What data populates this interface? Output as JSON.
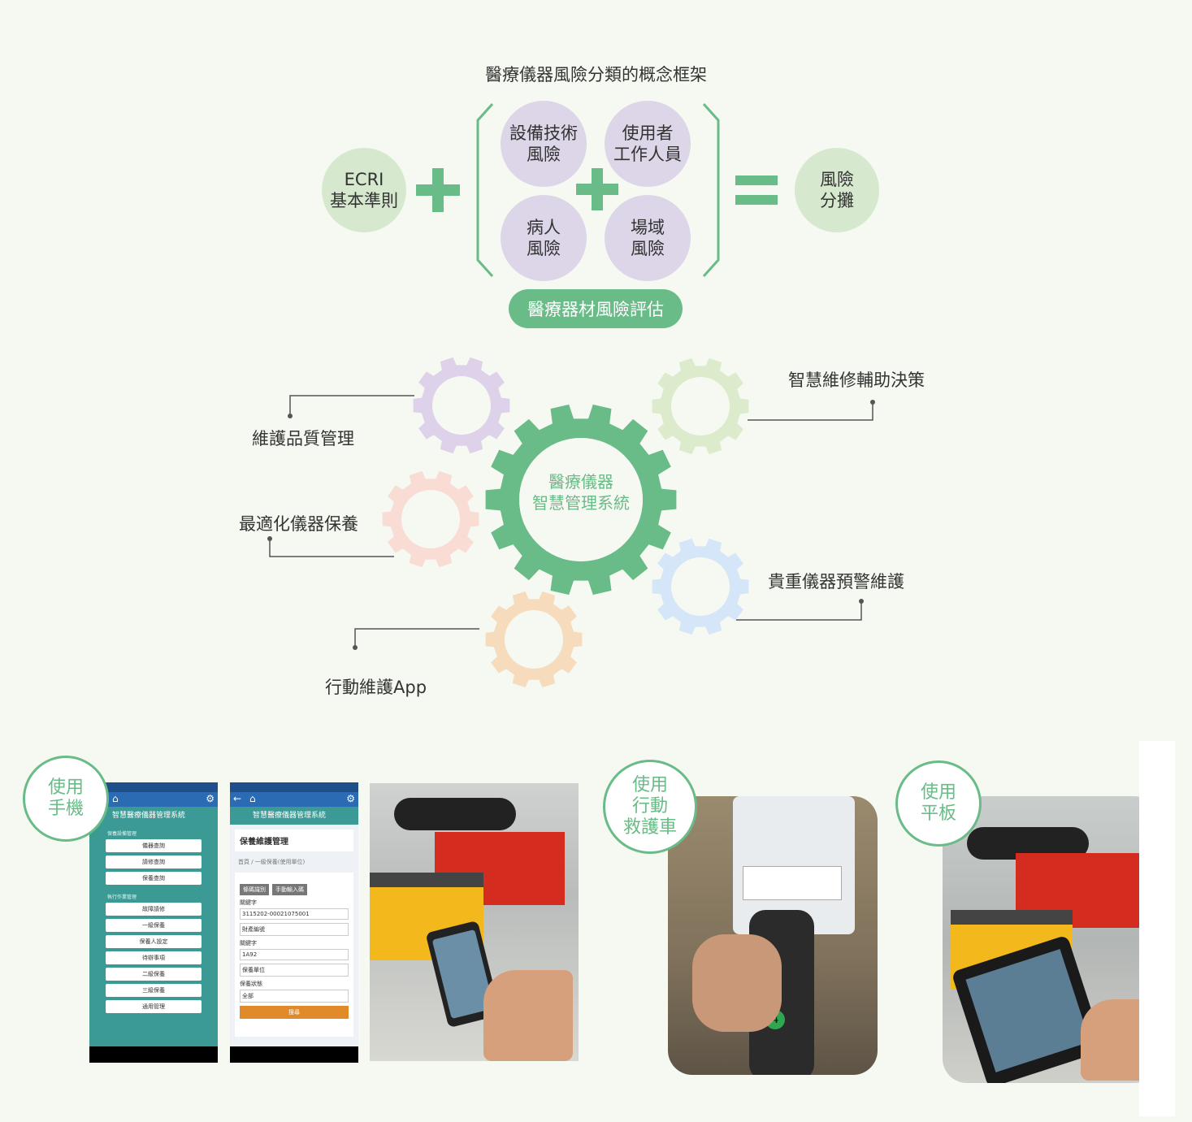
{
  "framework": {
    "title": "醫療儀器風險分類的概念框架",
    "ecri": "ECRI\n基本準則",
    "equipment_risk": "設備技術\n風險",
    "user_risk": "使用者\n工作人員",
    "patient_risk": "病人\n風險",
    "site_risk": "場域\n風險",
    "result": "風險\n分攤",
    "assessment_label": "醫療器材風險評估",
    "colors": {
      "green": "#69bb87",
      "light_green": "#d6e9cf",
      "light_purple": "#ddd5e8"
    }
  },
  "system": {
    "center": "醫療儀器\n智慧管理系統",
    "quality": "維護品質管理",
    "decision": "智慧維修輔助決策",
    "maintenance": "最適化儀器保養",
    "warning": "貴重儀器預警維護",
    "mobile_app": "行動維護App",
    "gear_colors": {
      "center": "#69bb87",
      "quality": "#ddd2ea",
      "decision": "#dcebcc",
      "maintenance": "#f9dcd3",
      "warning": "#d4e6f7",
      "mobile_app": "#f6dcbd"
    }
  },
  "usage": {
    "phone_badge": "使用\n手機",
    "cart_badge": "使用\n行動\n救護車",
    "tablet_badge": "使用\n平板",
    "phone1": {
      "app_title": "智慧醫療儀器管理系統",
      "section1": "保養設備管理",
      "menu1": [
        "儀器查詢",
        "請修查詢",
        "保養查詢"
      ],
      "section2": "執行作業管理",
      "menu2": [
        "故障請修",
        "一級保養",
        "保養人設定",
        "待辦事項",
        "二級保養",
        "三級保養",
        "通用管理"
      ]
    },
    "phone2": {
      "app_title": "智慧醫療儀器管理系統",
      "page_title": "保養維護管理",
      "breadcrumb": "首頁 / 一級保養(使用單位)",
      "tab1": "條碼識別",
      "tab2": "手動輸入碼",
      "field1_label": "關鍵字",
      "field1_value": "3115202-00021075001",
      "select1": "財產編號",
      "field2_label": "關鍵字",
      "field2_value": "1A92",
      "select2": "保養單位",
      "field3_label": "保養狀態",
      "select3": "全部",
      "search": "搜尋"
    }
  }
}
